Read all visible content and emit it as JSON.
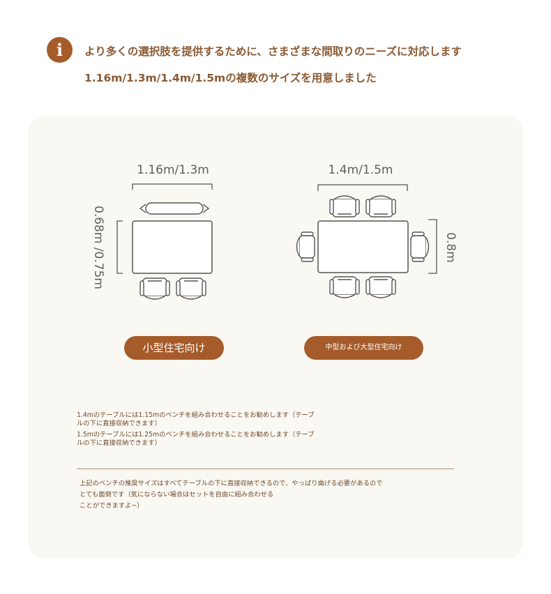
{
  "header": {
    "icon": "info-icon",
    "icon_glyph": "i",
    "line1": "より多くの選択肢を提供するために、さまざまな間取りのニーズに対応します",
    "line2": "1.16m/1.3m/1.4m/1.5mの複数のサイズを用意しました"
  },
  "small_layout": {
    "width_label": "1.16m/1.3m",
    "depth_label": "0.68m /0.75m",
    "tag": "小型住宅向け"
  },
  "large_layout": {
    "width_label": "1.4m/1.5m",
    "depth_label": "0.8m",
    "tag": "中型および大型住宅向け"
  },
  "notes": {
    "bench_1": "1.4mのテーブルには1.15mのベンチを組み合わせることをお勧めします（テーブ",
    "bench_1b": "ルの下に直接収納できます）",
    "bench_2": "1.5mのテーブルには1.25mのベンチを組み合わせることをお勧めします（テーブ",
    "bench_2b": "ルの下に直接収納できます）",
    "footer_1": "上記のベンチの推奨サイズはすべてテーブルの下に直接収納できるので、やっぱり曲げる必要があるので",
    "footer_2": "とても面倒です（気にならない場合はセットを自由に組み合わせる",
    "footer_3": "ことができますよ~）"
  },
  "colors": {
    "brand_brown": "#a55b2a",
    "text_brown": "#8a5a34",
    "card_bg": "#faf8f2",
    "line_gray": "#555555"
  }
}
